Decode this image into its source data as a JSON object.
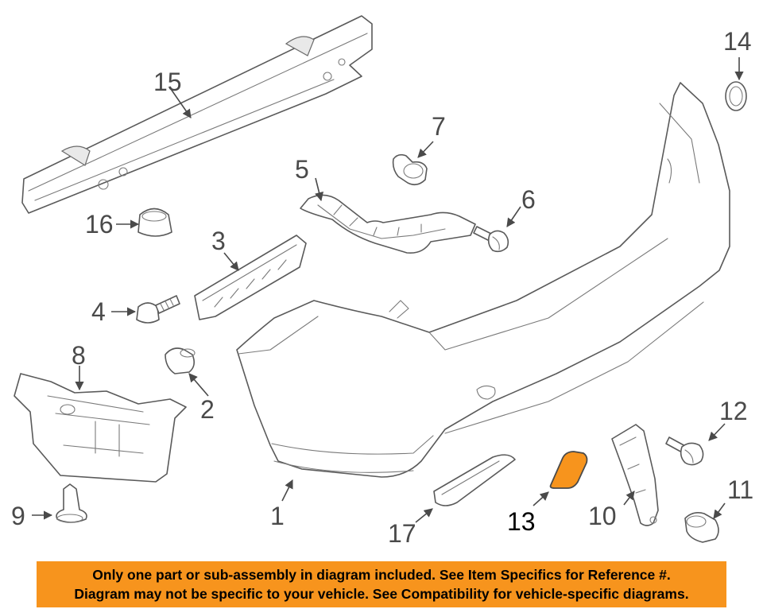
{
  "callouts": {
    "c1": "1",
    "c2": "2",
    "c3": "3",
    "c4": "4",
    "c5": "5",
    "c6": "6",
    "c7": "7",
    "c8": "8",
    "c9": "9",
    "c10": "10",
    "c11": "11",
    "c12": "12",
    "c13": "13",
    "c14": "14",
    "c15": "15",
    "c16": "16",
    "c17": "17"
  },
  "highlighted_part": "13",
  "highlight_color": "#F7941D",
  "notice": {
    "line1": "Only one part or sub-assembly in diagram included. See Item Specifics for Reference #.",
    "line2": "Diagram may not be specific to your vehicle. See Compatibility for vehicle-specific diagrams."
  }
}
